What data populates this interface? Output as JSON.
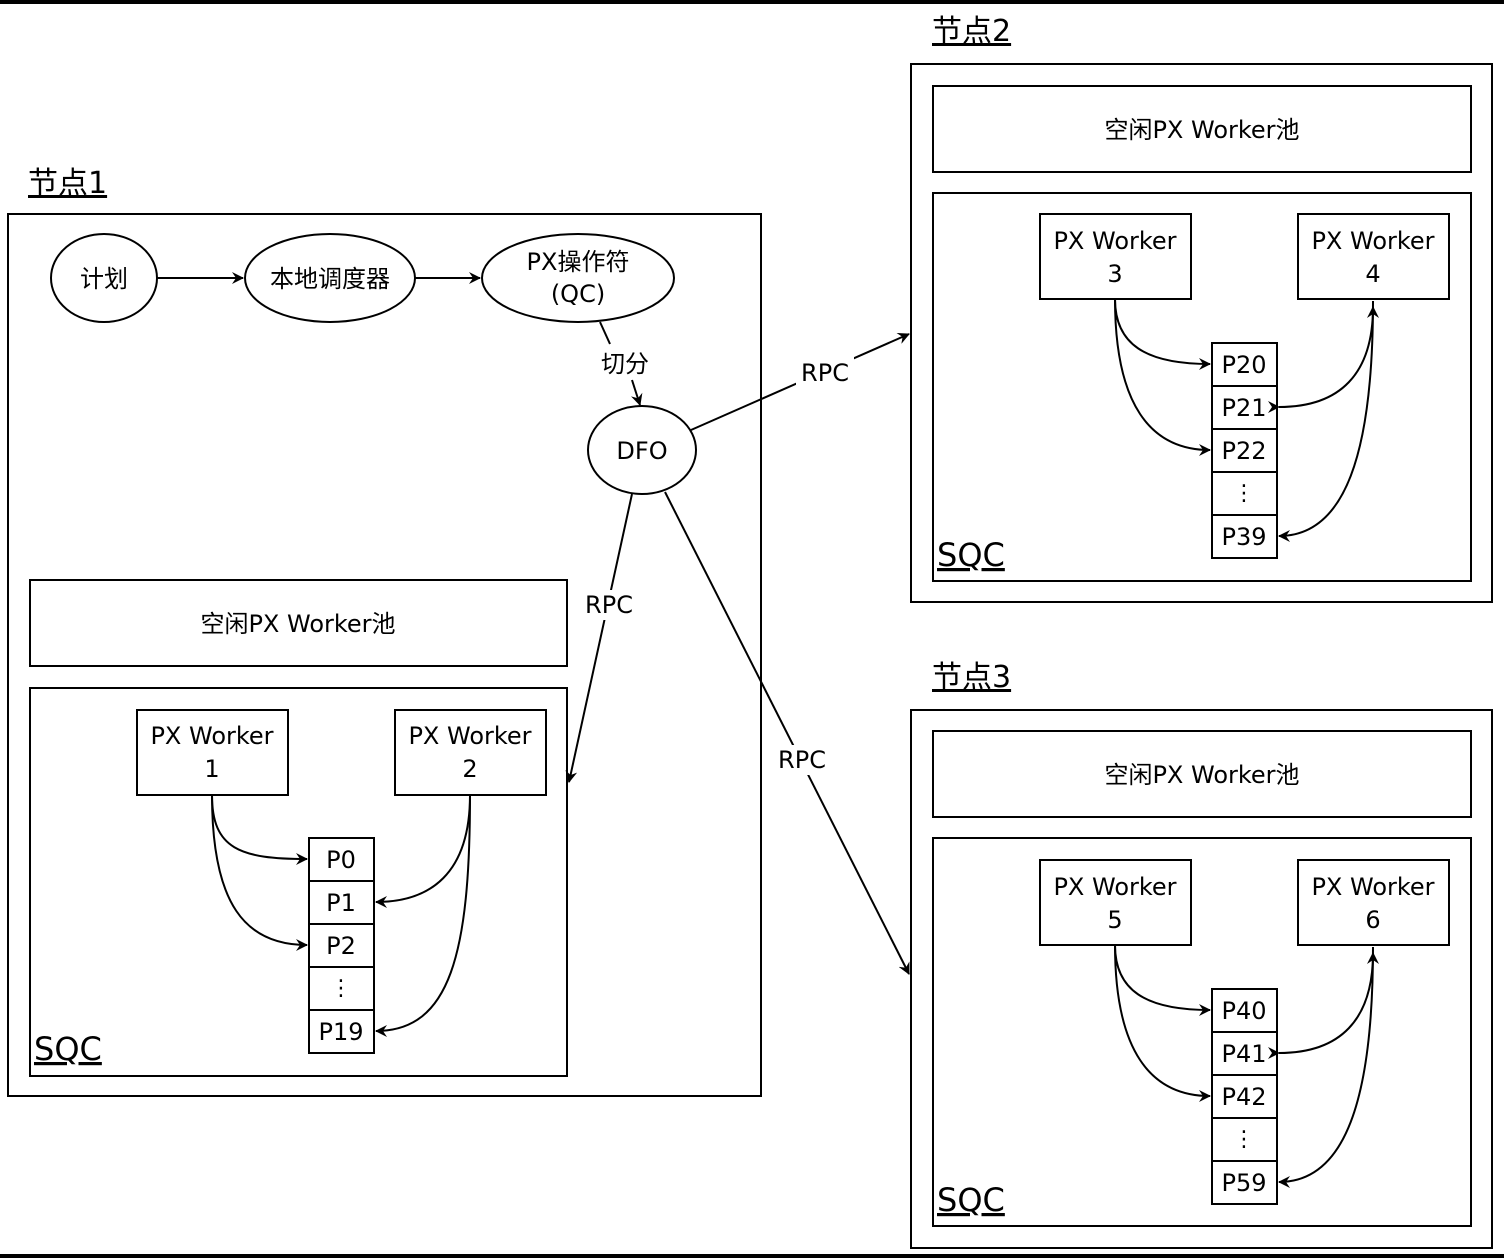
{
  "node1": {
    "title": "节点1",
    "flow": {
      "plan": "计划",
      "local_scheduler": "本地调度器",
      "px_operator_line1": "PX操作符",
      "px_operator_line2": "(QC)",
      "split_label": "切分",
      "dfo": "DFO"
    },
    "idle_pool": "空闲PX Worker池",
    "sqc": {
      "label": "SQC",
      "worker_a_line1": "PX Worker",
      "worker_a_line2": "1",
      "worker_b_line1": "PX Worker",
      "worker_b_line2": "2",
      "partitions": [
        "P0",
        "P1",
        "P2",
        "⋮",
        "P19"
      ]
    }
  },
  "node2": {
    "title": "节点2",
    "idle_pool": "空闲PX Worker池",
    "sqc": {
      "label": "SQC",
      "worker_a_line1": "PX Worker",
      "worker_a_line2": "3",
      "worker_b_line1": "PX Worker",
      "worker_b_line2": "4",
      "partitions": [
        "P20",
        "P21",
        "P22",
        "⋮",
        "P39"
      ]
    }
  },
  "node3": {
    "title": "节点3",
    "idle_pool": "空闲PX Worker池",
    "sqc": {
      "label": "SQC",
      "worker_a_line1": "PX Worker",
      "worker_a_line2": "5",
      "worker_b_line1": "PX Worker",
      "worker_b_line2": "6",
      "partitions": [
        "P40",
        "P41",
        "P42",
        "⋮",
        "P59"
      ]
    }
  },
  "rpc": {
    "to_node2": "RPC",
    "to_node1_sqc": "RPC",
    "to_node3": "RPC"
  }
}
